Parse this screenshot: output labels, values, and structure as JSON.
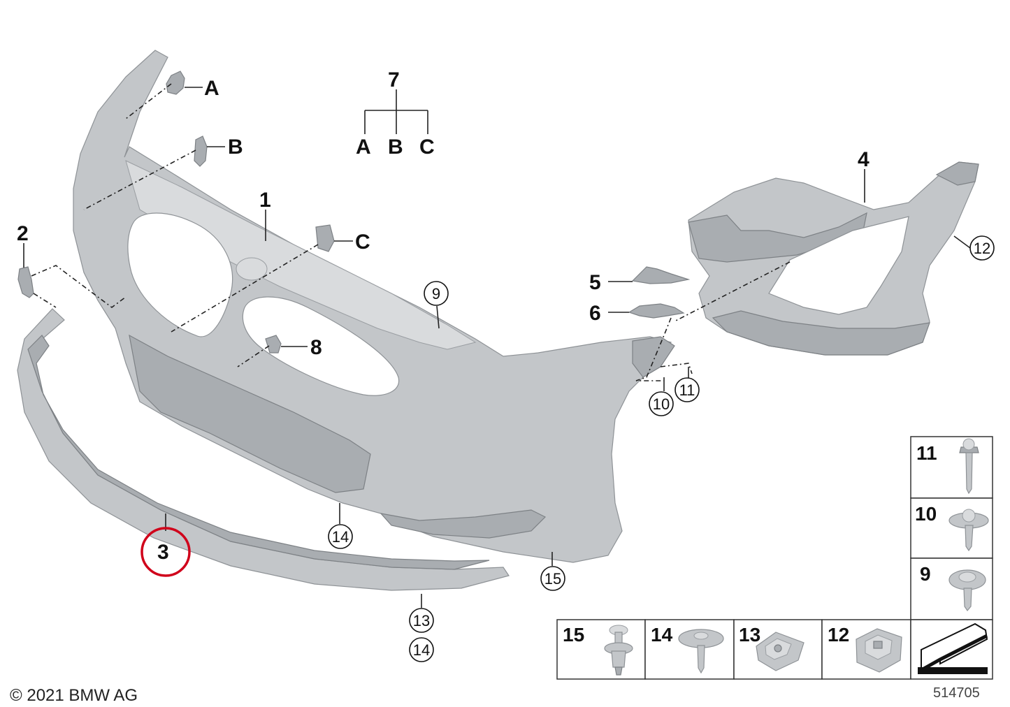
{
  "callouts": {
    "p1": "1",
    "p2": "2",
    "p3": "3",
    "p4": "4",
    "p5": "5",
    "p6": "6",
    "p7": "7",
    "p8": "8",
    "a": "A",
    "b": "B",
    "c": "C",
    "tree_a": "A",
    "tree_b": "B",
    "tree_c": "C"
  },
  "circled": {
    "c9": "9",
    "c10": "10",
    "c11": "11",
    "c12": "12",
    "c13": "13",
    "c14_mid": "14",
    "c14_low": "14",
    "c15": "15"
  },
  "fastener_grid": {
    "right_column": [
      "11",
      "10",
      "9"
    ],
    "bottom_row": [
      "15",
      "14",
      "13",
      "12"
    ]
  },
  "highlight_color": "#d0021b",
  "footer": {
    "copyright": "© 2021 BMW AG",
    "diagram_id": "514705"
  }
}
